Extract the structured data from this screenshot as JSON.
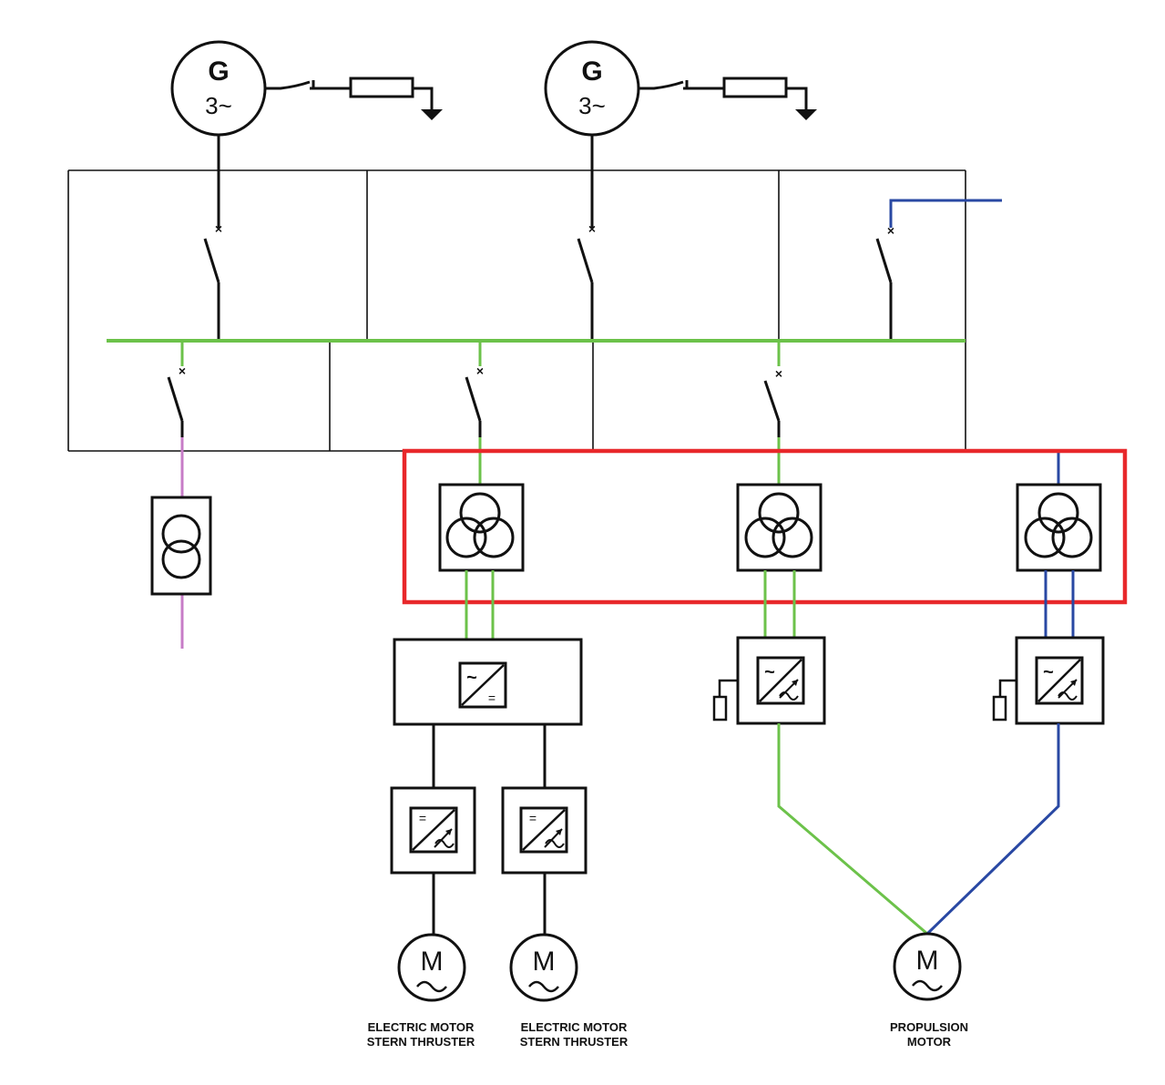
{
  "generators": [
    {
      "letter": "G",
      "phase": "3~"
    },
    {
      "letter": "G",
      "phase": "3~"
    }
  ],
  "motors": [
    {
      "letter": "M",
      "caption_line1": "ELECTRIC MOTOR",
      "caption_line2": "STERN THRUSTER"
    },
    {
      "letter": "M",
      "caption_line1": "ELECTRIC MOTOR",
      "caption_line2": "STERN THRUSTER"
    },
    {
      "letter": "M",
      "caption_line1": "PROPULSION",
      "caption_line2": "MOTOR"
    }
  ],
  "converter_marks": {
    "ac": "~",
    "dc": "="
  },
  "colors": {
    "line": "#111111",
    "busbar": "#6cc24a",
    "supply_blue": "#2948a3",
    "auxiliary": "#c77cc7",
    "highlight": "#e8282b"
  }
}
